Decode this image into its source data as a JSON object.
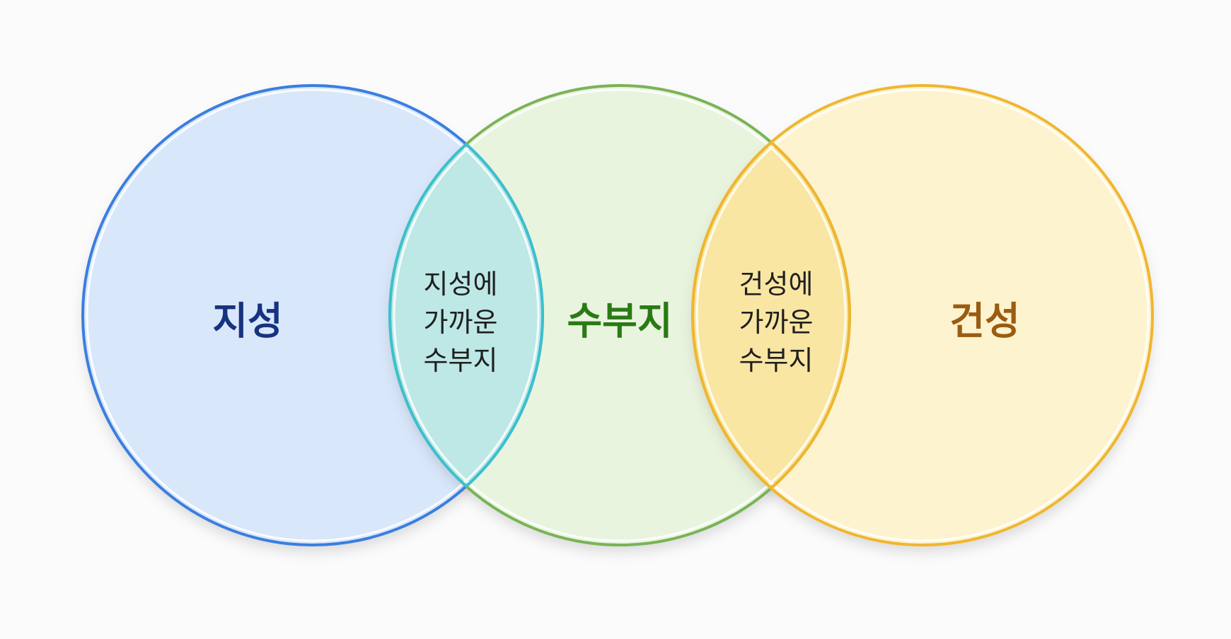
{
  "diagram": {
    "type": "venn-3-linear",
    "sets": [
      {
        "id": "left",
        "label": "지성",
        "fill": "#d9e7fb",
        "stroke": "#3a7ee0",
        "label_color": "#16337f"
      },
      {
        "id": "middle",
        "label": "수부지",
        "fill": "#e9f4df",
        "stroke": "#7ab356",
        "label_color": "#2a7a15"
      },
      {
        "id": "right",
        "label": "건성",
        "fill": "#fdf3cf",
        "stroke": "#f0b62e",
        "label_color": "#9a5c10"
      }
    ],
    "overlaps": [
      {
        "id": "left-middle",
        "lines": [
          "지성에",
          "가까운",
          "수부지"
        ],
        "fill": "#bde8e6",
        "stroke": "#3cc0cf"
      },
      {
        "id": "middle-right",
        "lines": [
          "건성에",
          "가까운",
          "수부지"
        ],
        "fill": "#f9e6a3",
        "stroke": "#f0b62e"
      }
    ]
  }
}
